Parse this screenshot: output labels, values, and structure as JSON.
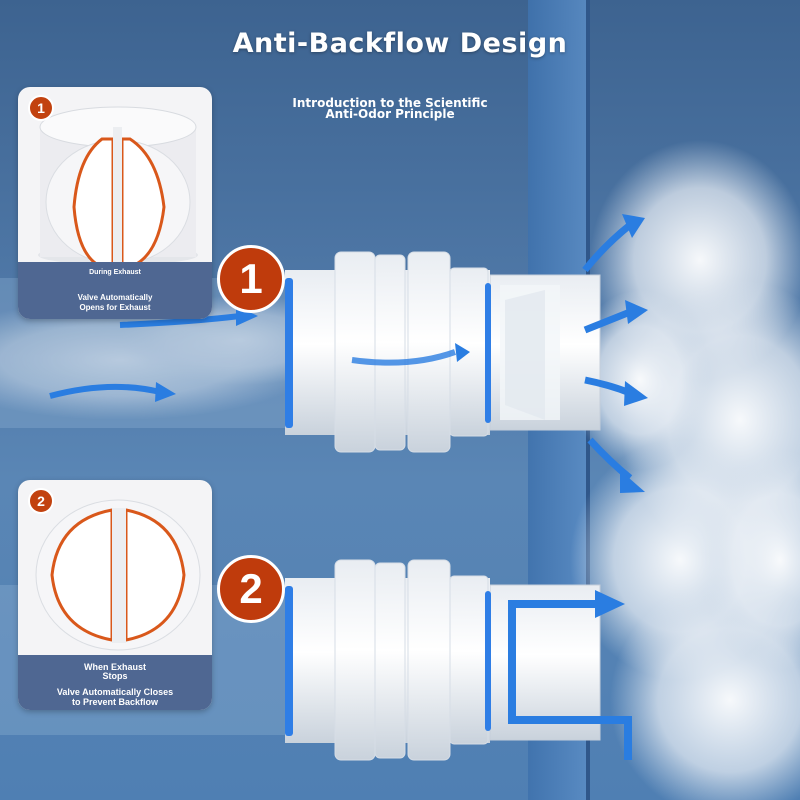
{
  "title": "Anti-Backflow Design",
  "subtitle": [
    "Introduction to the Scientific",
    "Anti-Odor Principle"
  ],
  "step1": {
    "number": "1",
    "state": "During Exhaust",
    "caption": [
      "Valve Automatically",
      "Opens for Exhaust"
    ]
  },
  "step2": {
    "number": "2",
    "state": [
      "When Exhaust",
      "Stops"
    ],
    "caption": [
      "Valve Automatically Closes",
      "to Prevent Backflow"
    ]
  },
  "colors": {
    "background": "#4e77a6",
    "badge": "#bf3b0c",
    "arrow": "#2a7de1",
    "panel": "#4f6792"
  }
}
